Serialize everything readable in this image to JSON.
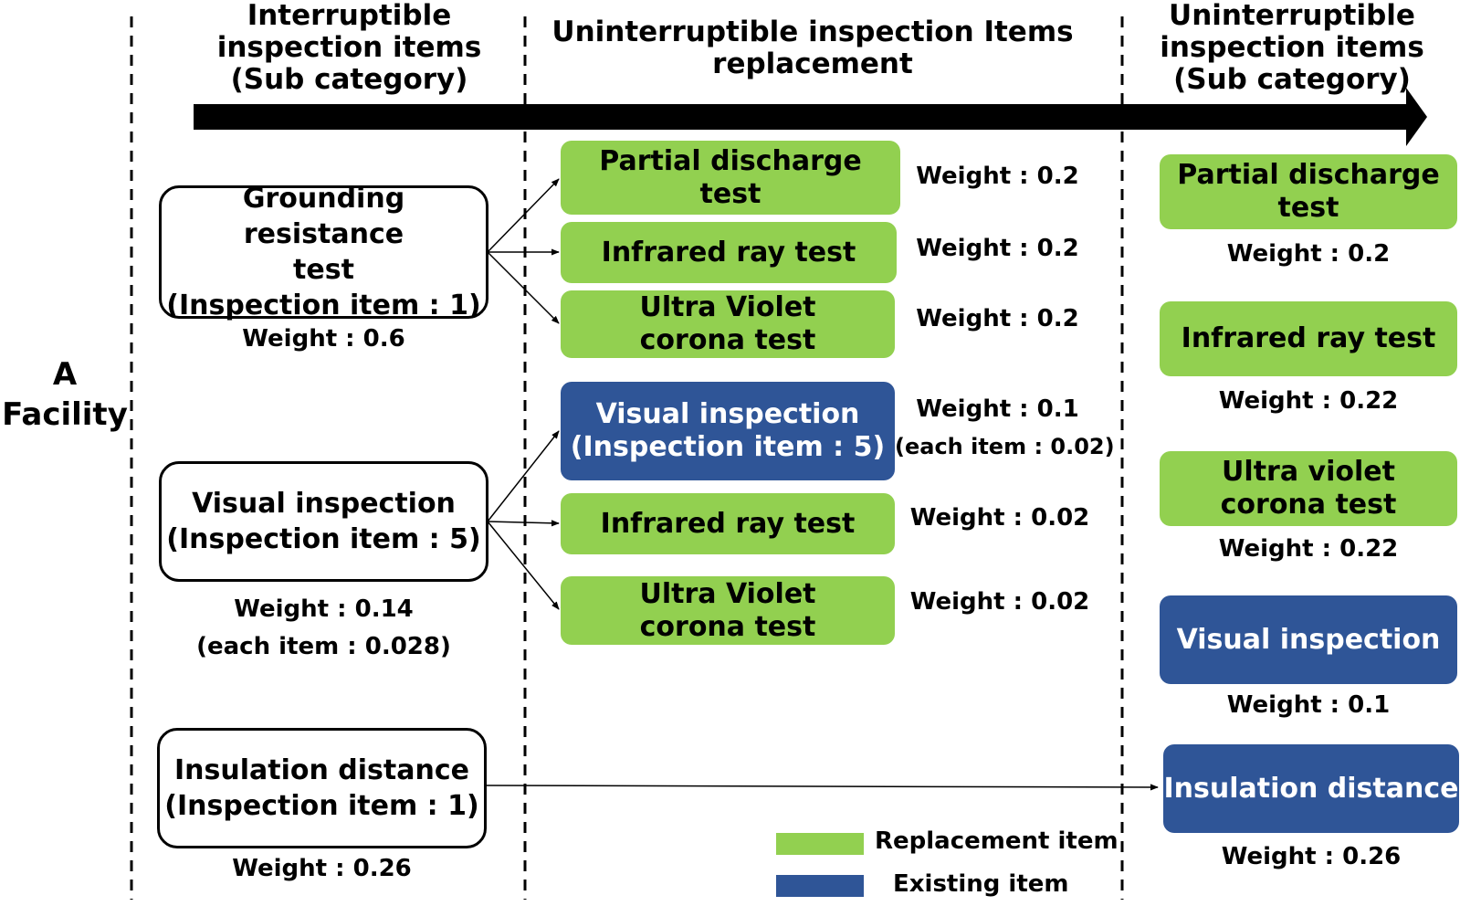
{
  "colors": {
    "replacement": "#92d050",
    "existing": "#2f5597"
  },
  "headers": {
    "interruptible": "Interruptible\ninspection items\n(Sub category)",
    "replacement": "Uninterruptible inspection Items\nreplacement",
    "uninterruptible": "Uninterruptible\ninspection items\n(Sub category)"
  },
  "facility": "A\nFacility",
  "left_items": [
    {
      "label": "Grounding resistance\ntest\n(Inspection item : 1)",
      "weight": "Weight : 0.6"
    },
    {
      "label": "Visual inspection\n(Inspection item : 5)",
      "weight": "Weight : 0.14",
      "weight_sub": "(each item : 0.028)"
    },
    {
      "label": "Insulation distance\n(Inspection item : 1)",
      "weight": "Weight : 0.26"
    }
  ],
  "middle_items": [
    {
      "label": "Partial discharge\ntest",
      "type": "replacement",
      "weight": "Weight : 0.2"
    },
    {
      "label": "Infrared ray test",
      "type": "replacement",
      "weight": "Weight : 0.2"
    },
    {
      "label": "Ultra Violet\ncorona test",
      "type": "replacement",
      "weight": "Weight : 0.2"
    },
    {
      "label": "Visual inspection\n(Inspection item : 5)",
      "type": "existing",
      "weight": "Weight : 0.1",
      "weight_sub": "(each item : 0.02)"
    },
    {
      "label": "Infrared ray test",
      "type": "replacement",
      "weight": "Weight : 0.02"
    },
    {
      "label": "Ultra Violet\ncorona test",
      "type": "replacement",
      "weight": "Weight : 0.02"
    }
  ],
  "right_items": [
    {
      "label": "Partial discharge\ntest",
      "type": "replacement",
      "weight": "Weight : 0.2"
    },
    {
      "label": "Infrared ray test",
      "type": "replacement",
      "weight": "Weight : 0.22"
    },
    {
      "label": "Ultra violet\ncorona test",
      "type": "replacement",
      "weight": "Weight : 0.22"
    },
    {
      "label": "Visual inspection",
      "type": "existing",
      "weight": "Weight : 0.1"
    },
    {
      "label": "Insulation distance",
      "type": "existing",
      "weight": "Weight : 0.26"
    }
  ],
  "legend": {
    "replacement": "Replacement item",
    "existing": "Existing item"
  }
}
